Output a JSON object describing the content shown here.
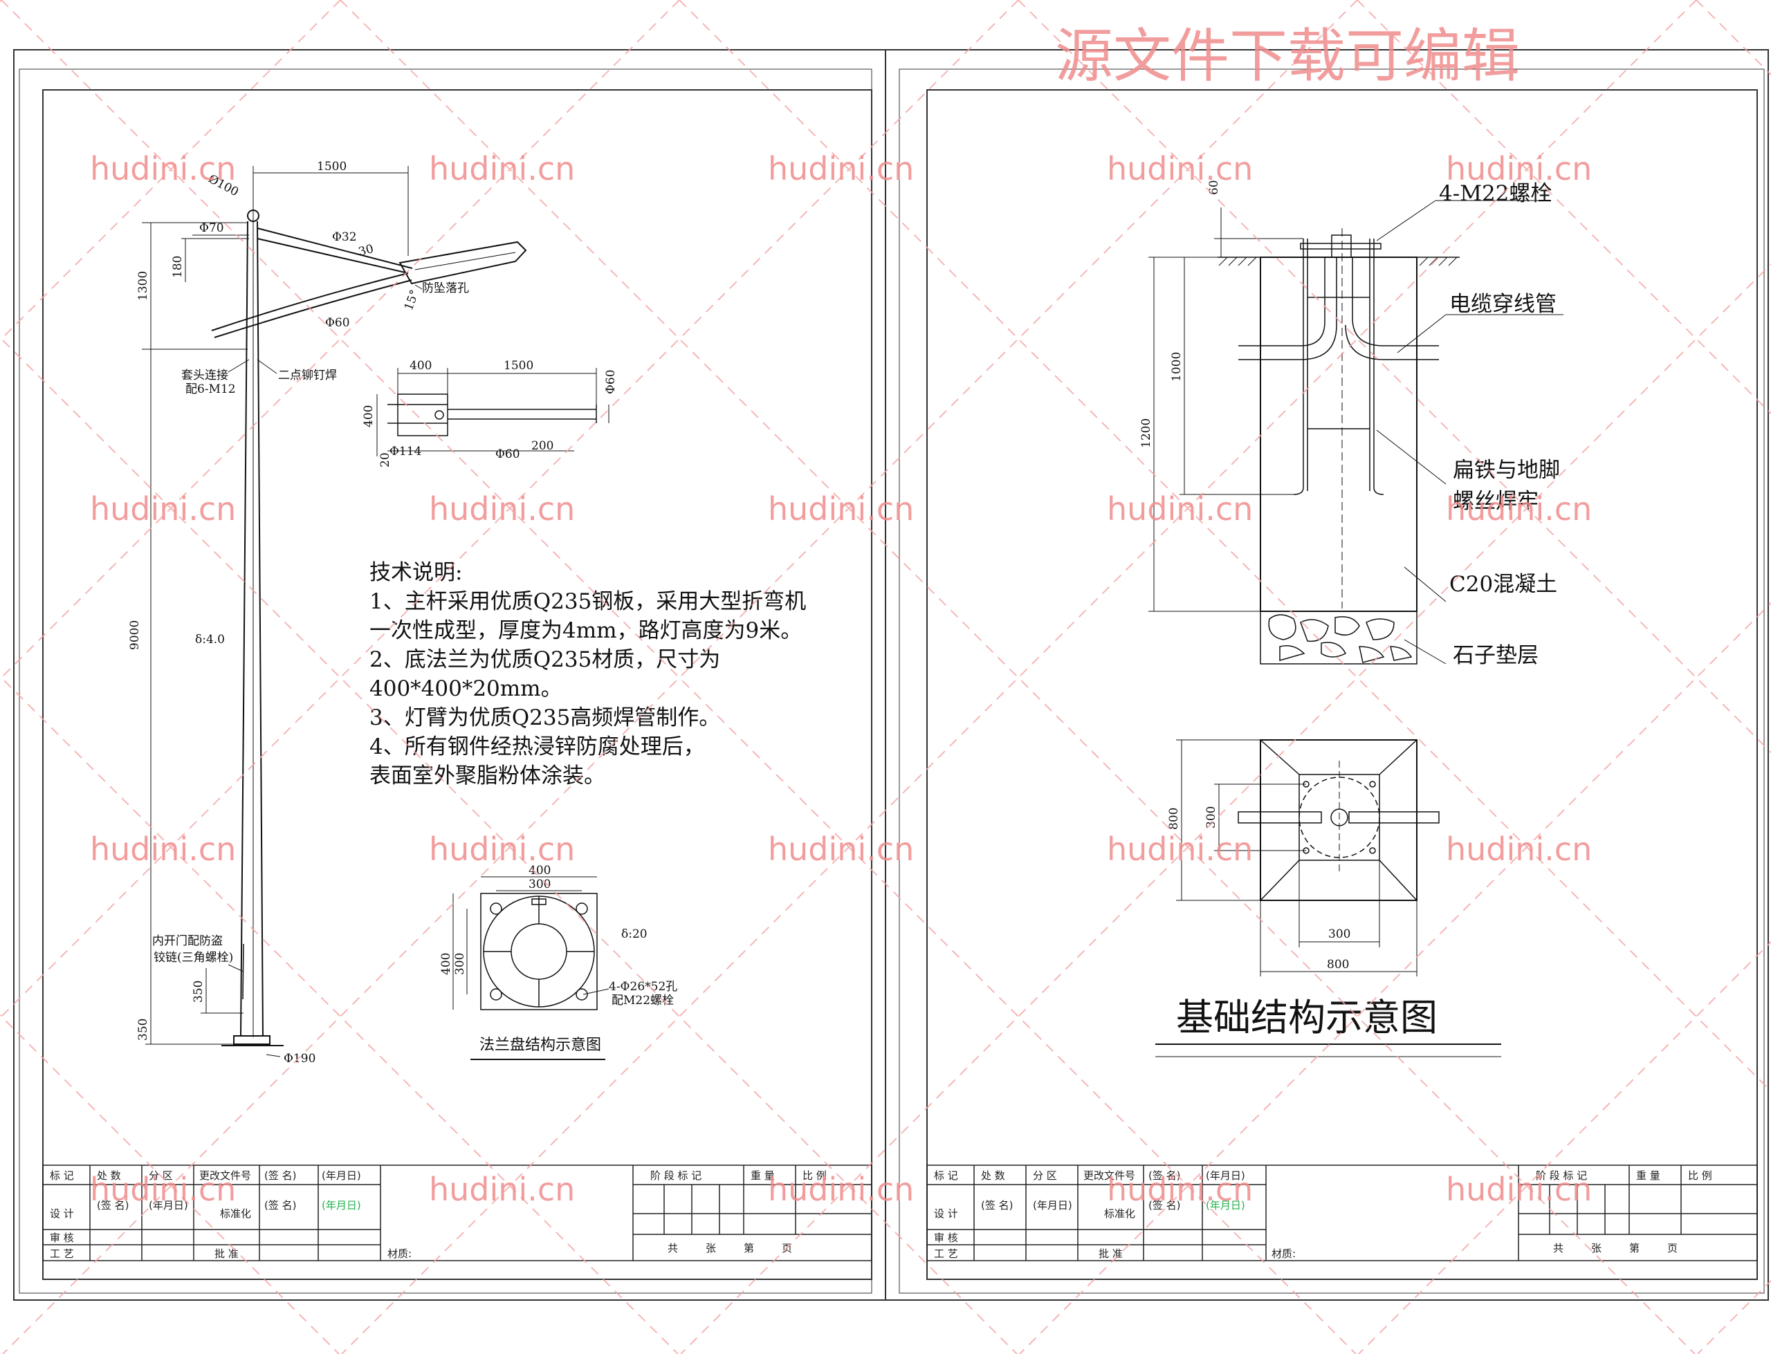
{
  "watermark": {
    "site": "hudini.cn",
    "banner": "源文件下载可编辑",
    "color": "#f08c8c"
  },
  "left_sheet": {
    "pole": {
      "dim_arm_reach": "1500",
      "dim_top_dia": "Ø100",
      "dim_sleeve_dia": "Φ70",
      "dim_upper_arm_dia": "Φ32",
      "dim_angle": "30",
      "dim_lower_arm_dia": "Φ60",
      "dim_tilt": "15°",
      "label_drain_hole": "防坠落孔",
      "dim_arm_height": "1300",
      "dim_arm_gap": "180",
      "label_sleeve": "套头连接",
      "label_bolts": "配6-M12",
      "label_weld": "二点铆钉焊",
      "dim_total_height": "9000",
      "label_thickness": "δ:4.0",
      "label_door_line1": "内开门配防盗",
      "label_door_line2": "铰链(三角螺栓)",
      "dim_door_height": "350",
      "dim_door_base": "350",
      "dim_base_dia": "Φ190"
    },
    "arm_detail": {
      "dim_a": "400",
      "dim_b": "1500",
      "dim_end_dia": "Φ60",
      "dim_height": "400",
      "dim_offset": "20",
      "dim_sleeve_dia": "Φ114",
      "dim_tube_dia": "Φ60",
      "dim_tube_len": "200"
    },
    "tech_notes": {
      "title": "技术说明:",
      "lines": [
        "1、主杆采用优质Q235钢板，采用大型折弯机",
        "一次性成型，厚度为4mm，路灯高度为9米。",
        "2、底法兰为优质Q235材质，尺寸为",
        "400*400*20mm。",
        "3、灯臂为优质Q235高频焊管制作。",
        "4、所有钢件经热浸锌防腐处理后，",
        "表面室外聚脂粉体涂装。"
      ]
    },
    "flange": {
      "dim_outer": "400",
      "dim_inner": "300",
      "dim_side_outer": "400",
      "dim_side_inner": "300",
      "label_thickness": "δ:20",
      "label_holes_line1": "4-Φ26*52孔",
      "label_holes_line2": "配M22螺栓",
      "caption": "法兰盘结构示意图"
    }
  },
  "right_sheet": {
    "section": {
      "dim_top": "60",
      "dim_bolt_len": "1000",
      "dim_depth": "1200",
      "label_bolts": "4-M22螺栓",
      "label_conduit": "电缆穿线管",
      "label_weld_line1": "扁铁与地脚",
      "label_weld_line2": "螺丝焊牢",
      "label_concrete": "C20混凝土",
      "label_gravel": "石子垫层"
    },
    "plan": {
      "dim_outer_side": "800",
      "dim_inner_side": "300",
      "dim_inner_bottom": "300",
      "dim_outer_bottom": "800"
    },
    "title": "基础结构示意图"
  },
  "title_block": {
    "row1": [
      "标 记",
      "处 数",
      "分 区",
      "更改文件号",
      "(签 名)",
      "(年月日)"
    ],
    "row2_a": [
      "设 计",
      "(签 名)",
      "(年月日)",
      "标准化",
      "(签 名)",
      "(年月日)"
    ],
    "row3": [
      "审 核"
    ],
    "row4": [
      "工 艺",
      "批 准"
    ],
    "stage_mark": "阶 段 标 记",
    "weight": "重 量",
    "scale": "比 例",
    "material": "材质:",
    "sheets": [
      "共",
      "张",
      "第",
      "页"
    ],
    "date_color": "#22b14c"
  }
}
